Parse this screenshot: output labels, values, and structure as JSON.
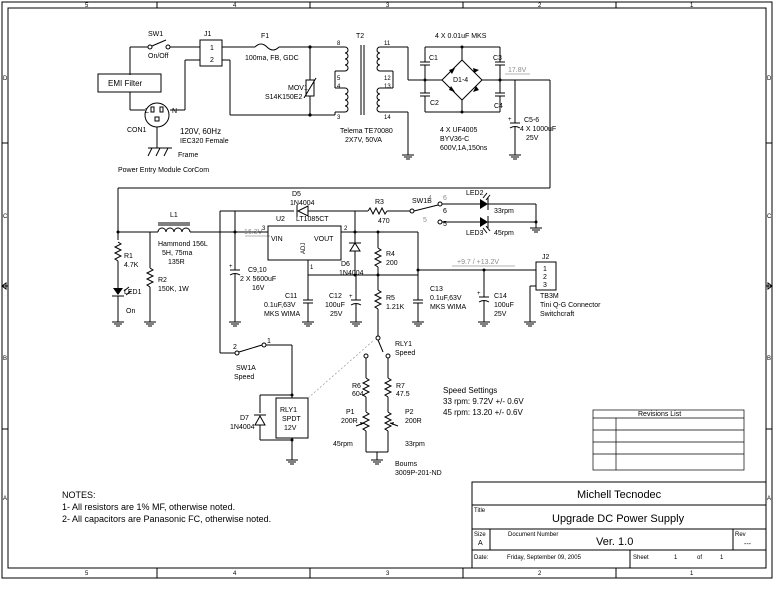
{
  "border": {
    "columns": [
      "5",
      "4",
      "3",
      "2",
      "1"
    ],
    "rows": [
      "D",
      "C",
      "B",
      "A"
    ]
  },
  "power_entry": {
    "sw1_ref": "SW1",
    "sw1_value": "On/Off",
    "j1_ref": "J1",
    "j1_pin1": "1",
    "j1_pin2": "2",
    "emi_filter": "EMI Filter",
    "con1_ref": "CON1",
    "line": "L",
    "neutral": "N",
    "rating": "120V, 60Hz",
    "connector": "IEC320 Female",
    "frame": "Frame",
    "module": "Power Entry Module CorCom"
  },
  "fuse": {
    "ref": "F1",
    "value": "100ma, FB, GDC"
  },
  "mov": {
    "ref": "MOV1",
    "value": "S14K150E2"
  },
  "transformer": {
    "ref": "T2",
    "pins": [
      "8",
      "5",
      "4",
      "3",
      "11",
      "12",
      "13",
      "14"
    ],
    "part": "Telema TE70080",
    "rating": "2X7V, 50VA"
  },
  "rectifier": {
    "caps": "4 X 0.01uF MKS",
    "c1": "C1",
    "c2": "C2",
    "c3": "C3",
    "c4": "C4",
    "bridge": "D1-4",
    "diodes": "4 X UF4005",
    "alt": "BYV36-C",
    "rating": "600V,1A,150ns",
    "rail": "17.8V",
    "bulk_ref": "C5-6",
    "bulk_value": "4 X 1000uF",
    "bulk_voltage": "25V"
  },
  "choke": {
    "ref": "L1",
    "part": "Hammond 156L",
    "value": "5H, 75ma",
    "dcr": "135R"
  },
  "led_divider": {
    "r1_ref": "R1",
    "r1_value": "4.7K",
    "led1_ref": "LED1",
    "led1_label": "On",
    "r2_ref": "R2",
    "r2_value": "150K, 1W"
  },
  "regulator": {
    "d5_ref": "D5",
    "d5_value": "1N4004",
    "input_rail": "16.3V",
    "ref": "U2",
    "part": "LT1085CT",
    "vin": "VIN",
    "vout": "VOUT",
    "adj": "ADJ",
    "pin_in": "3",
    "pin_out": "2",
    "pin_adj": "1",
    "c9_ref": "C9,10",
    "c9_value": "2 X 5600uF",
    "c9_voltage": "16V",
    "c11_ref": "C11",
    "c11_value": "0.1uF,63V",
    "c11_type": "MKS WIMA",
    "c12_ref": "C12",
    "c12_value": "100uF",
    "c12_voltage": "25V",
    "d6_ref": "D6",
    "d6_value": "1N4004",
    "r4_ref": "R4",
    "r4_value": "200",
    "r5_ref": "R5",
    "r5_value": "1.21K"
  },
  "speed_leds": {
    "r3_ref": "R3",
    "r3_value": "470",
    "sw1b_ref": "SW1B",
    "pin4": "4",
    "pin5": "5",
    "pin6": "6",
    "led2_ref": "LED2",
    "led2_label": "33rpm",
    "led3_ref": "LED3",
    "led3_label": "45rpm"
  },
  "output": {
    "rail": "+9.7 / +13.2V",
    "c13_ref": "C13",
    "c13_value": "0.1uF,63V",
    "c13_type": "MKS WIMA",
    "c14_ref": "C14",
    "c14_value": "100uF",
    "c14_voltage": "25V",
    "j2_ref": "J2",
    "j2_pins": [
      "1",
      "2",
      "3"
    ],
    "j2_part": "TB3M",
    "j2_desc": "Tini Q-G Connector",
    "j2_maker": "Switchcraft"
  },
  "relay": {
    "sw1a_ref": "SW1A",
    "sw1a_value": "Speed",
    "sw1a_pin1": "1",
    "sw1a_pin2": "2",
    "d7_ref": "D7",
    "d7_value": "1N4004",
    "ref": "RLY1",
    "type": "SPDT",
    "voltage": "12V",
    "contact_ref": "RLY1",
    "contact_value": "Speed",
    "r6_ref": "R6",
    "r6_value": "604",
    "r7_ref": "R7",
    "r7_value": "47.5",
    "p1_ref": "P1",
    "p1_value": "200R",
    "p1_label": "45rpm",
    "p2_ref": "P2",
    "p2_value": "200R",
    "p2_label": "33rpm",
    "pot_part": "Bourns",
    "pot_model": "3009P-201-ND"
  },
  "speed_settings": {
    "title": "Speed Settings",
    "line1": "33 rpm: 9.72V +/- 0.6V",
    "line2": "45 rpm: 13.20 +/- 0.6V"
  },
  "revisions": {
    "title": "Revisions List"
  },
  "notes": {
    "title": "NOTES:",
    "line1": "1- All resistors are 1% MF, otherwise noted.",
    "line2": "2- All capacitors are Panasonic FC, otherwise noted."
  },
  "title_block": {
    "company": "Michell Tecnodec",
    "title_label": "Title",
    "title": "Upgrade DC Power Supply",
    "size_label": "Size",
    "size": "A",
    "docnum_label": "Document Number",
    "docnum": "Ver. 1.0",
    "rev_label": "Rev",
    "rev": "---",
    "date_label": "Date:",
    "date": "Friday, September 09, 2005",
    "sheet_label": "Sheet",
    "sheet": "1",
    "of_label": "of",
    "sheets": "1"
  }
}
